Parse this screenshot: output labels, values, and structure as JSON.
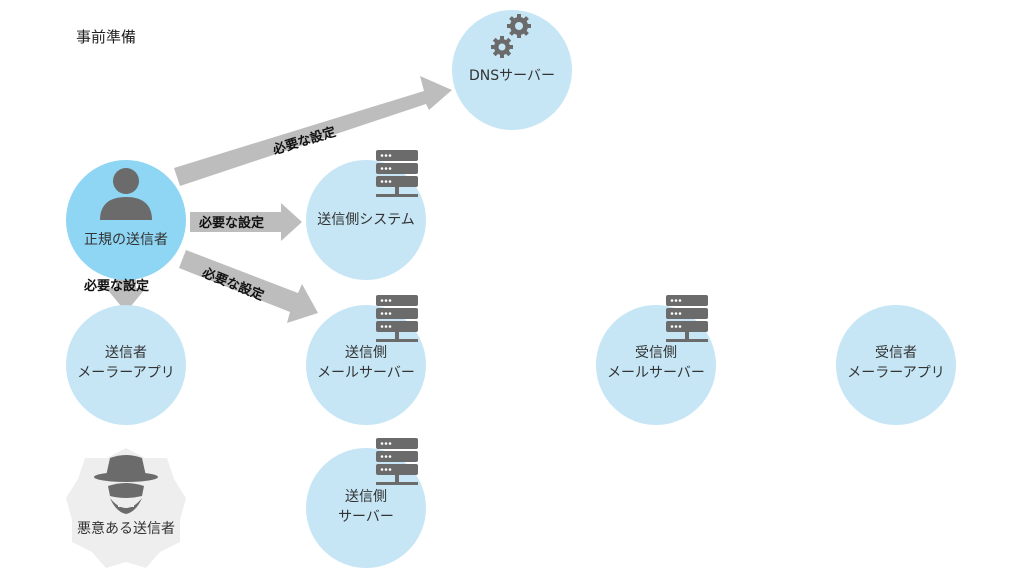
{
  "title": "事前準備",
  "nodes": {
    "dns": {
      "label": "DNSサーバー"
    },
    "sender": {
      "label": "正規の送信者"
    },
    "sender_system": {
      "label": "送信側システム"
    },
    "sender_app": {
      "line1": "送信者",
      "line2": "メーラーアプリ"
    },
    "sender_mail_server": {
      "line1": "送信側",
      "line2": "メールサーバー"
    },
    "receiver_mail_server": {
      "line1": "受信側",
      "line2": "メールサーバー"
    },
    "receiver_app": {
      "line1": "受信者",
      "line2": "メーラーアプリ"
    },
    "sender_server": {
      "line1": "送信側",
      "line2": "サーバー"
    },
    "malicious": {
      "label": "悪意ある送信者"
    }
  },
  "arrows": {
    "to_dns": "必要な設定",
    "to_system": "必要な設定",
    "to_mail_server": "必要な設定",
    "to_app": "必要な設定"
  },
  "colors": {
    "node": "#c6e6f5",
    "primary_node": "#8fd6f4",
    "arrow": "#bdbdbd",
    "icon": "#6b6b6b"
  }
}
